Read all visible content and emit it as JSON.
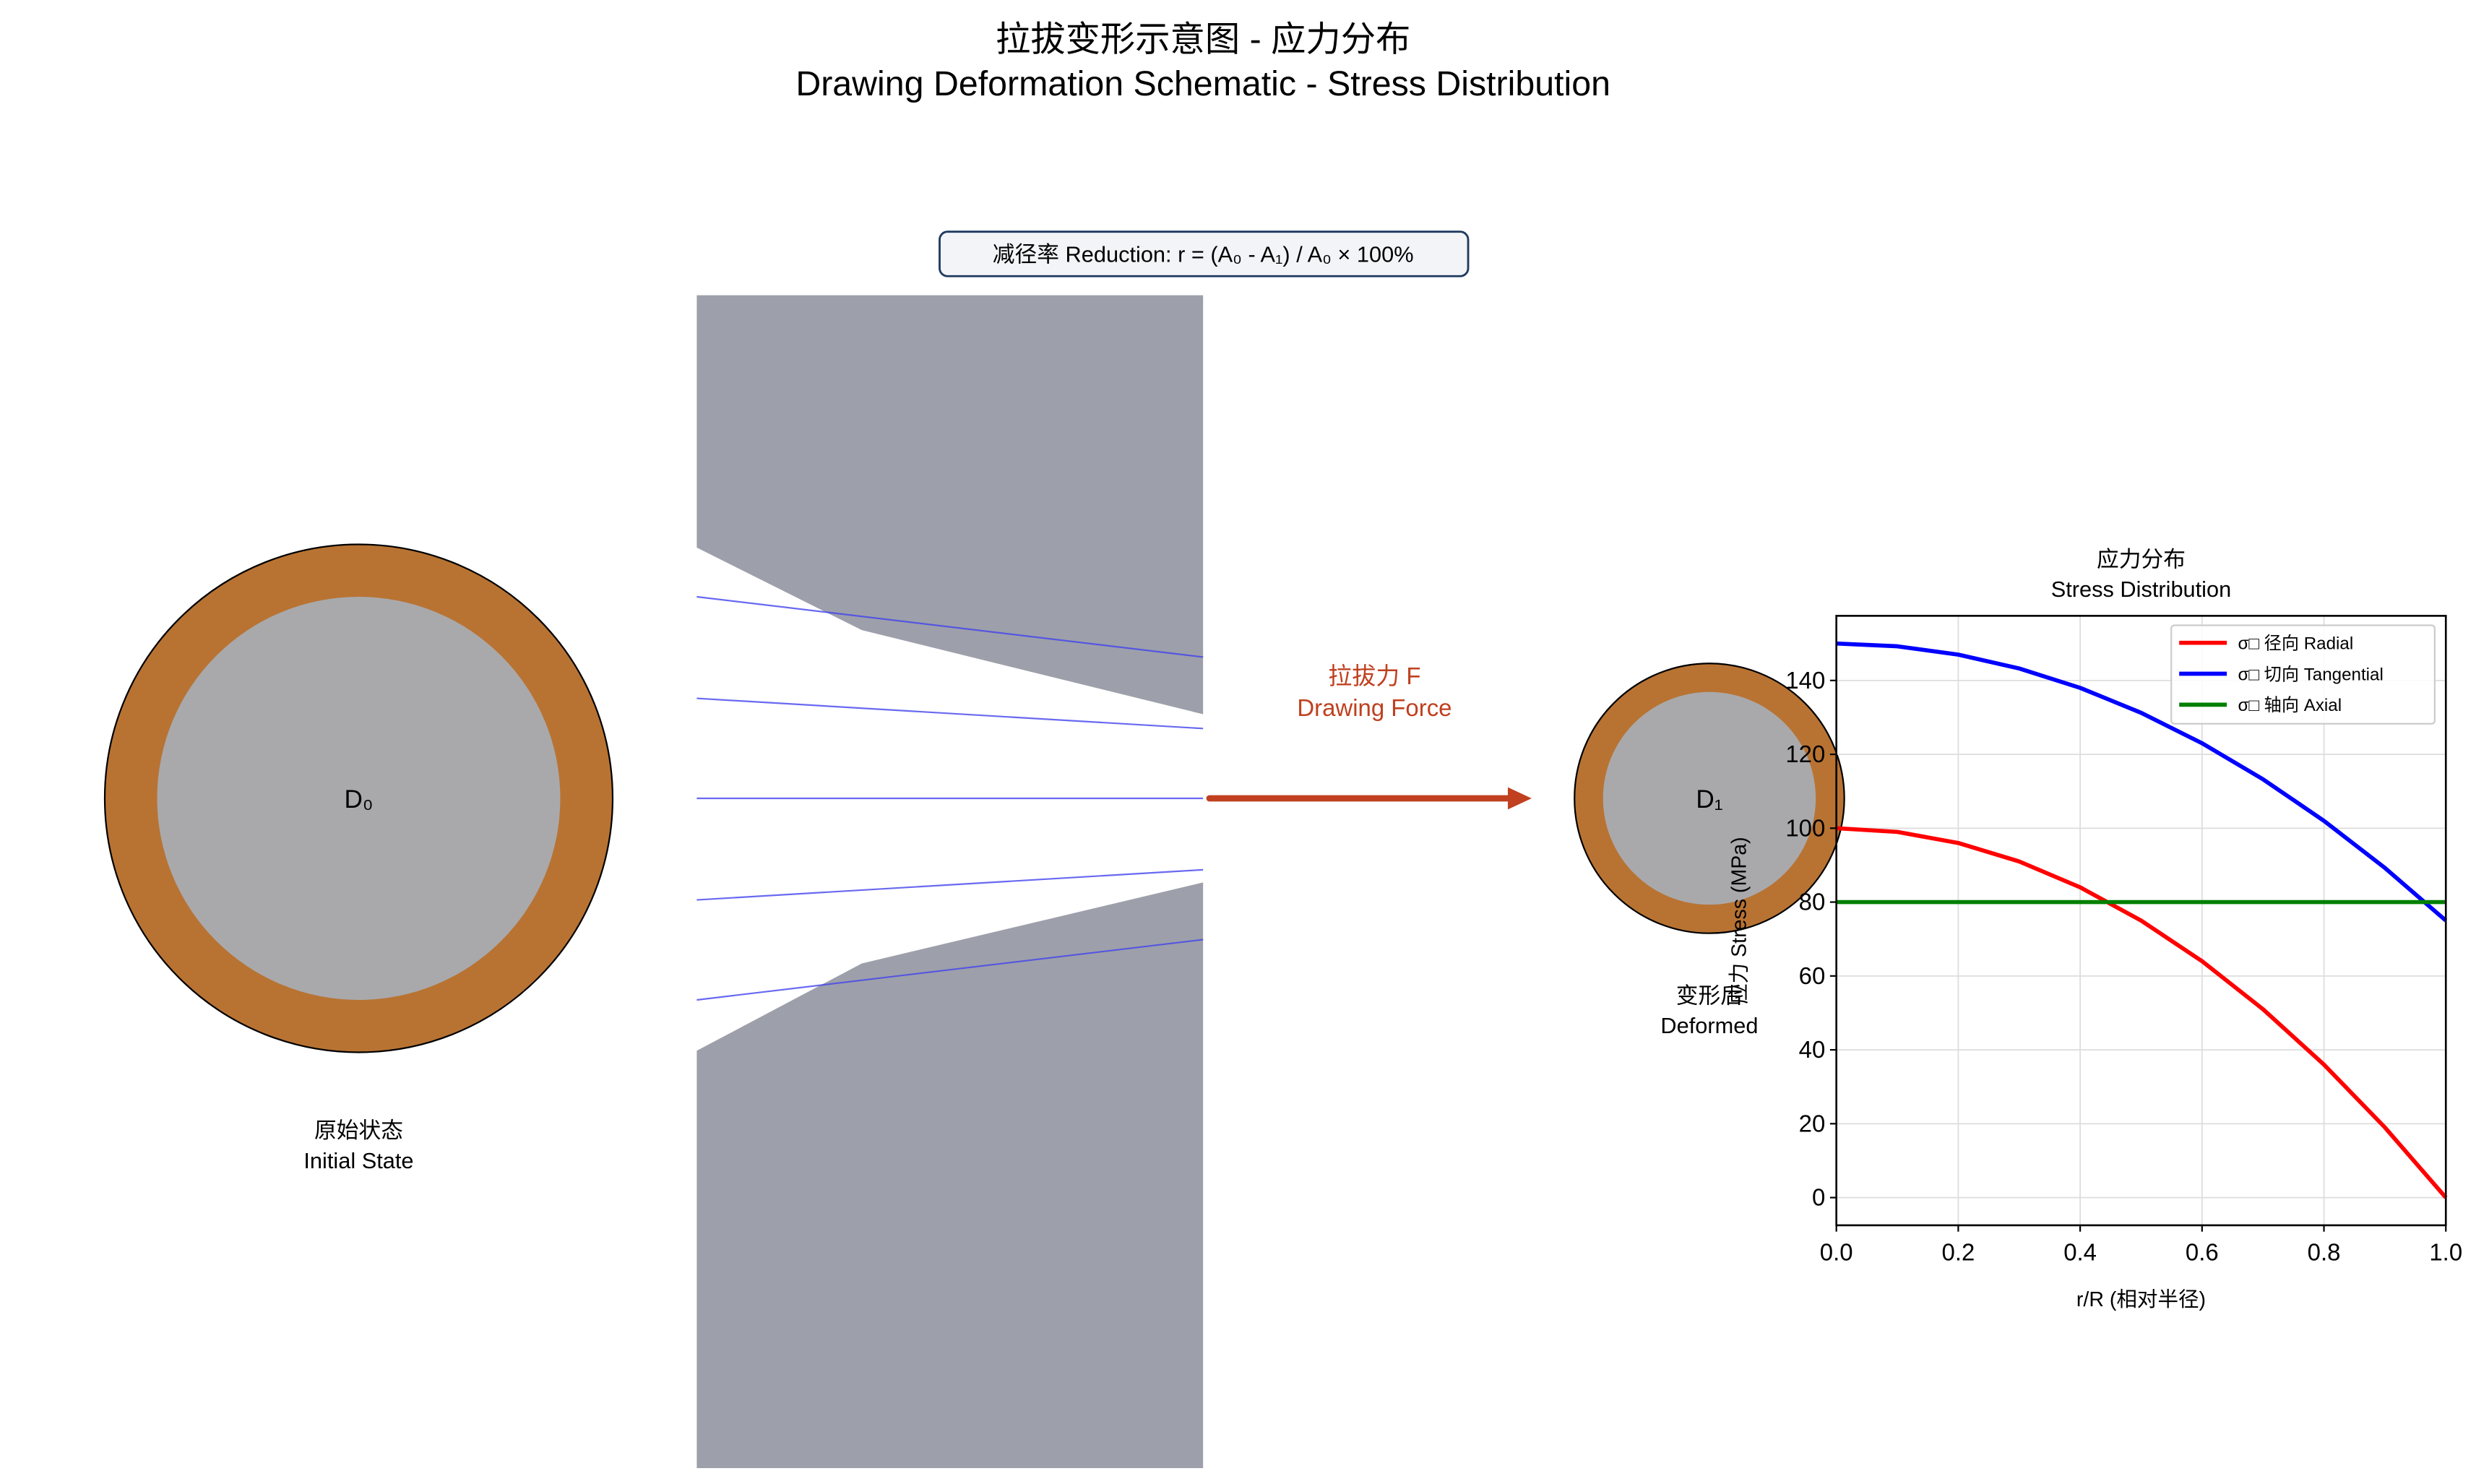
{
  "title": {
    "zh": "拉拔变形示意图 - 应力分布",
    "en": "Drawing Deformation Schematic - Stress Distribution"
  },
  "reduction_box": "减径率 Reduction: r = (A₀ - A₁) / A₀ × 100%",
  "initial": {
    "diameter_label": "D₀",
    "caption_zh": "原始状态",
    "caption_en": "Initial State"
  },
  "deformed": {
    "diameter_label": "D₁",
    "caption_zh": "变形后",
    "caption_en": "Deformed"
  },
  "force": {
    "label_zh": "拉拔力 F",
    "label_en": "Drawing Force"
  },
  "colors": {
    "wire_outer": "#b87333",
    "wire_inner": "#a9a9ab",
    "die": "#9da0aa",
    "flow_lines": "#4444ee",
    "force_arrow": "#c0401f",
    "box_border": "#1f3a5f"
  },
  "chart_data": {
    "type": "line",
    "title": "应力分布",
    "subtitle": "Stress Distribution",
    "xlabel": "r/R (相对半径)",
    "ylabel": "应力 Stress (MPa)",
    "xlim": [
      0,
      1
    ],
    "ylim": [
      -7.5,
      157.5
    ],
    "xticks": [
      "0.0",
      "0.2",
      "0.4",
      "0.6",
      "0.8",
      "1.0"
    ],
    "yticks": [
      "0",
      "20",
      "40",
      "60",
      "80",
      "100",
      "120",
      "140"
    ],
    "grid": true,
    "legend_position": "top-right",
    "x": [
      0,
      0.1,
      0.2,
      0.3,
      0.4,
      0.5,
      0.6,
      0.7,
      0.8,
      0.9,
      1.0
    ],
    "series": [
      {
        "name": "σ□ 径向 Radial",
        "color": "#ff0000",
        "values": [
          100,
          99,
          96,
          91,
          84,
          75,
          64,
          51,
          36,
          19,
          0
        ]
      },
      {
        "name": "σ□ 切向 Tangential",
        "color": "#0000ff",
        "values": [
          150,
          149.25,
          147,
          143.25,
          138,
          131.25,
          123,
          113.25,
          102,
          89.25,
          75
        ]
      },
      {
        "name": "σ□ 轴向 Axial",
        "color": "#008000",
        "values": [
          80,
          80,
          80,
          80,
          80,
          80,
          80,
          80,
          80,
          80,
          80
        ]
      }
    ]
  }
}
